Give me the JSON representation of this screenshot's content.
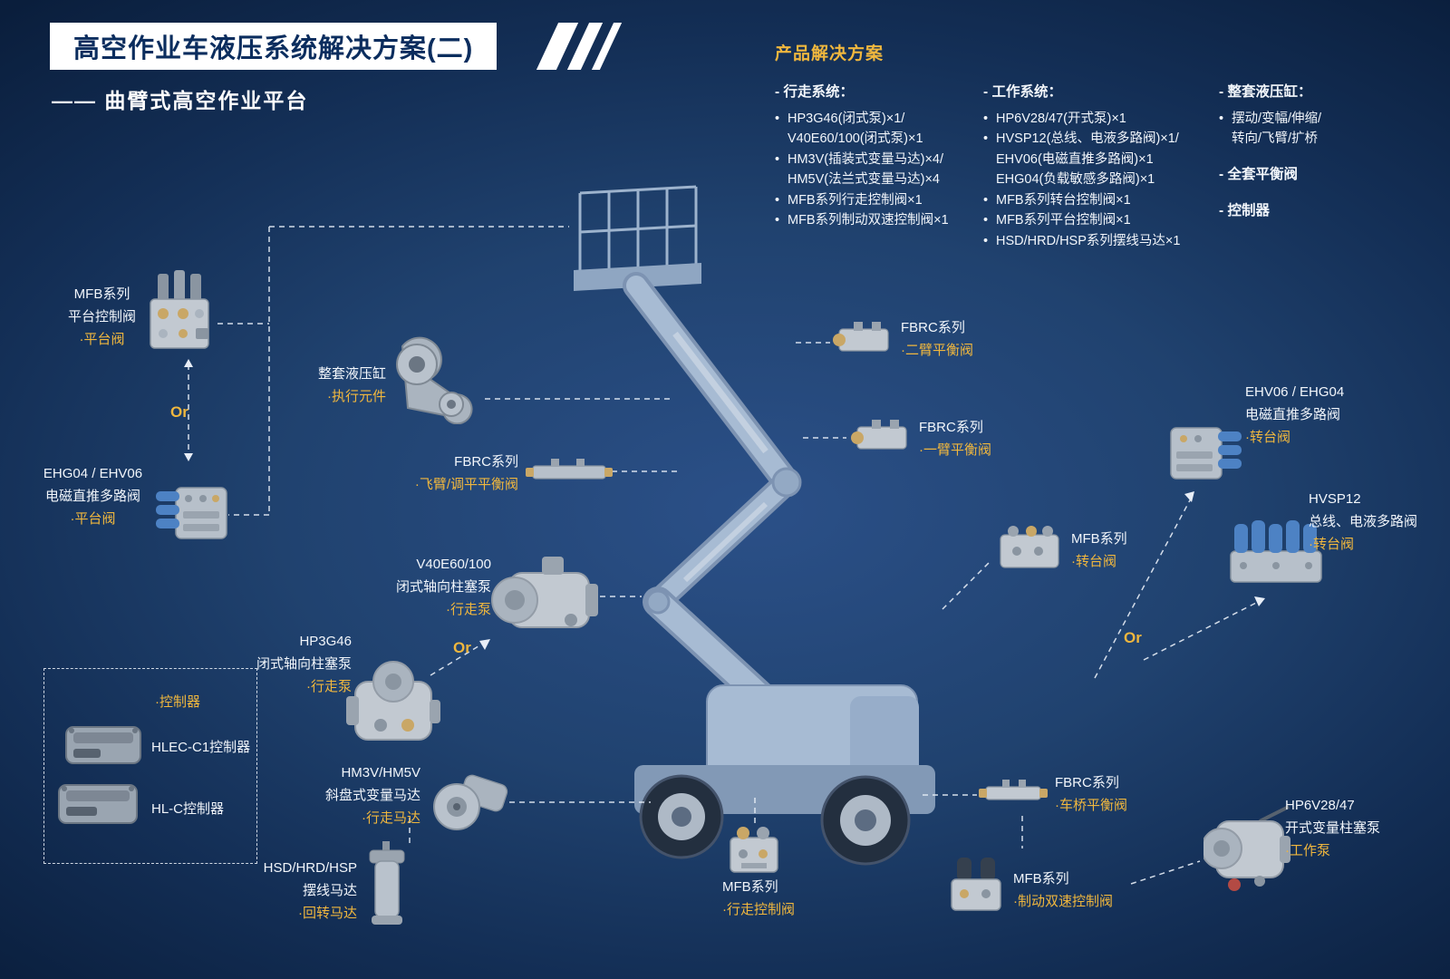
{
  "colors": {
    "accent": "#f0b73e",
    "navy": "#0b2d5e",
    "background_center": "#2b5088",
    "background_edge": "#0a1e3c",
    "machine": "#a7bbd3"
  },
  "header": {
    "title": "高空作业车液压系统解决方案(二)",
    "subtitle": "—— 曲臂式高空作业平台"
  },
  "solutions": {
    "title": "产品解决方案",
    "col1": {
      "heading": "- 行走系统：",
      "lines": [
        {
          "b": "•",
          "t": "HP3G46(闭式泵)×1/"
        },
        {
          "b": "",
          "t": "V40E60/100(闭式泵)×1"
        },
        {
          "b": "•",
          "t": "HM3V(插装式变量马达)×4/"
        },
        {
          "b": "",
          "t": "HM5V(法兰式变量马达)×4"
        },
        {
          "b": "•",
          "t": "MFB系列行走控制阀×1"
        },
        {
          "b": "•",
          "t": "MFB系列制动双速控制阀×1"
        }
      ]
    },
    "col2": {
      "heading": "- 工作系统：",
      "lines": [
        {
          "b": "•",
          "t": "HP6V28/47(开式泵)×1"
        },
        {
          "b": "•",
          "t": "HVSP12(总线、电液多路阀)×1/"
        },
        {
          "b": "",
          "t": "EHV06(电磁直推多路阀)×1"
        },
        {
          "b": "",
          "t": "EHG04(负载敏感多路阀)×1"
        },
        {
          "b": "•",
          "t": "MFB系列转台控制阀×1"
        },
        {
          "b": "•",
          "t": "MFB系列平台控制阀×1"
        },
        {
          "b": "•",
          "t": "HSD/HRD/HSP系列摆线马达×1"
        }
      ]
    },
    "col3": {
      "heading": "- 整套液压缸：",
      "lines": [
        {
          "b": "•",
          "t": "摆动/变幅/伸缩/"
        },
        {
          "b": "",
          "t": "转向/飞臂/扩桥"
        }
      ],
      "heading2": "- 全套平衡阀",
      "heading3": "- 控制器"
    }
  },
  "labels": {
    "or": "Or"
  },
  "components": {
    "mfb_platform": {
      "l1": "MFB系列",
      "l2": "平台控制阀",
      "hl": "·平台阀"
    },
    "ehg04_platform": {
      "l1": "EHG04 / EHV06",
      "l2": "电磁直推多路阀",
      "hl": "·平台阀"
    },
    "cylinder_set": {
      "l1": "整套液压缸",
      "hl": "·执行元件"
    },
    "fbrc_fly": {
      "l1": "FBRC系列",
      "hl": "·飞臂/调平平衡阀"
    },
    "v40e": {
      "l1": "V40E60/100",
      "l2": "闭式轴向柱塞泵",
      "hl": "·行走泵"
    },
    "hp3g46": {
      "l1": "HP3G46",
      "l2": "闭式轴向柱塞泵",
      "hl": "·行走泵"
    },
    "controller_box": {
      "hl": "·控制器",
      "c1": "HLEC-C1控制器",
      "c2": "HL-C控制器"
    },
    "hm3v": {
      "l1": "HM3V/HM5V",
      "l2": "斜盘式变量马达",
      "hl": "·行走马达"
    },
    "hsd": {
      "l1": "HSD/HRD/HSP",
      "l2": "摆线马达",
      "hl": "·回转马达"
    },
    "mfb_travel": {
      "l1": "MFB系列",
      "hl": "·行走控制阀"
    },
    "fbrc_arm2": {
      "l1": "FBRC系列",
      "hl": "·二臂平衡阀"
    },
    "fbrc_arm1": {
      "l1": "FBRC系列",
      "hl": "·一臂平衡阀"
    },
    "ehv_turret": {
      "l1": "EHV06 / EHG04",
      "l2": "电磁直推多路阀",
      "hl": "·转台阀"
    },
    "mfb_turret": {
      "l1": "MFB系列",
      "hl": "·转台阀"
    },
    "hvsp12": {
      "l1": "HVSP12",
      "l2": "总线、电液多路阀",
      "hl": "·转台阀"
    },
    "fbrc_axle": {
      "l1": "FBRC系列",
      "hl": "·车桥平衡阀"
    },
    "mfb_brake": {
      "l1": "MFB系列",
      "hl": "·制动双速控制阀"
    },
    "hp6v": {
      "l1": "HP6V28/47",
      "l2": "开式变量柱塞泵",
      "hl": "·工作泵"
    }
  }
}
